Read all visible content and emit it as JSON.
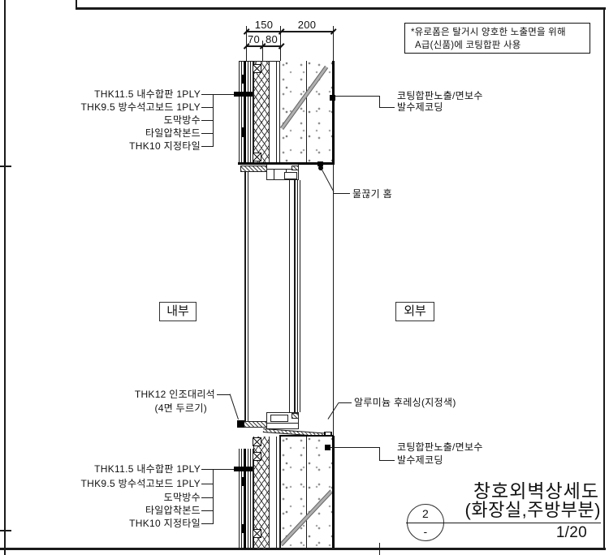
{
  "sheet": {
    "note": {
      "line1": "*유로폼은 탈거시 양호한 노출면을 위해",
      "line2": "A급(신품)에 코팅합판 사용"
    },
    "dims": {
      "w150": "150",
      "w200": "200",
      "w70": "70",
      "w80": "80"
    },
    "layers_top": [
      "THK11.5 내수합판 1PLY",
      "THK9.5 방수석고보드 1PLY",
      "도막방수",
      "타일압착본드",
      "THK10 지정타일"
    ],
    "layers_bottom": [
      "THK11.5 내수합판 1PLY",
      "THK9.5 방수석고보드 1PLY",
      "도막방수",
      "타일압착본드",
      "THK10 지정타일"
    ],
    "exterior_top": [
      "코팅합판노출/면보수",
      "발수제코딩"
    ],
    "exterior_bottom": [
      "코팅합판노출/면보수",
      "발수제코딩"
    ],
    "callout_drip": "물끊기 홈",
    "callout_flashing": "알루미늄 후레싱(지정색)",
    "callout_marble_1": "THK12 인조대리석",
    "callout_marble_2": "(4면 두르기)",
    "zone_interior": "내부",
    "zone_exterior": "외부",
    "title_block": {
      "title": "창호외벽상세도",
      "subtitle": "(화장실,주방부분)",
      "detail_number": "2",
      "detail_dash": "-",
      "scale": "1/20"
    },
    "colors": {
      "line": "#1a1a1a",
      "heavy": "#000000",
      "hatch": "#3c3c3c",
      "diag_band": "#b0b0b0"
    }
  }
}
